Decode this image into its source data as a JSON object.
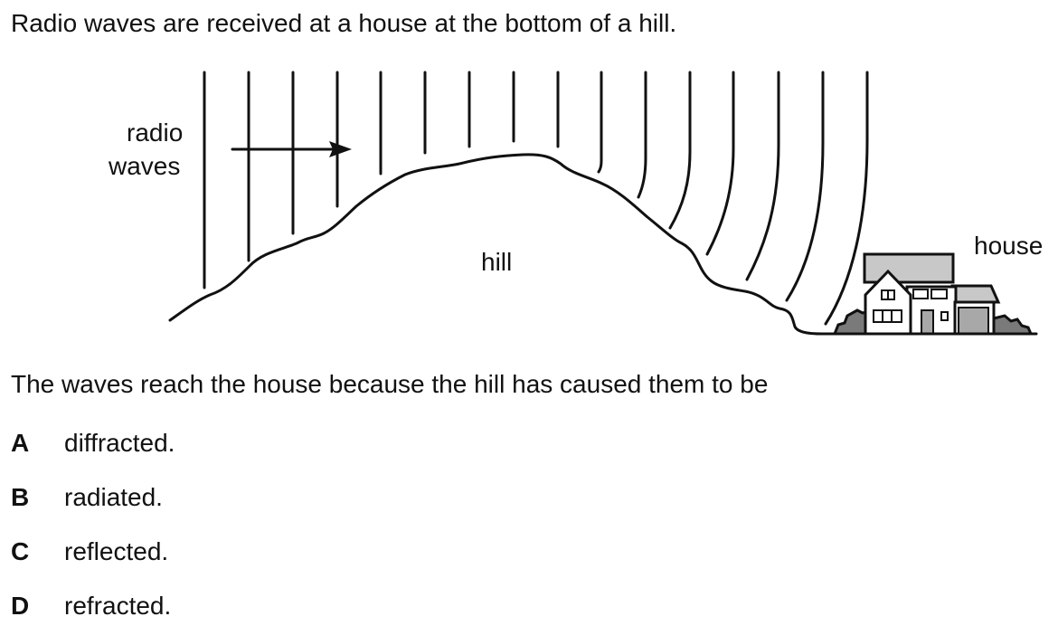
{
  "question": {
    "intro": "Radio waves are received at a house at the bottom of a hill.",
    "stem": "The waves reach the house because the hill has caused them to be",
    "options": [
      {
        "letter": "A",
        "text": "diffracted."
      },
      {
        "letter": "B",
        "text": "radiated."
      },
      {
        "letter": "C",
        "text": "reflected."
      },
      {
        "letter": "D",
        "text": "refracted."
      }
    ]
  },
  "diagram": {
    "labels": {
      "radio": "radio",
      "waves": "waves",
      "hill": "hill",
      "house": "house"
    },
    "colors": {
      "line": "#111111",
      "roof_grey": "#c8c8c8",
      "garage_grey": "#a8a8a8",
      "shrub_grey": "#7a7a7a"
    }
  }
}
